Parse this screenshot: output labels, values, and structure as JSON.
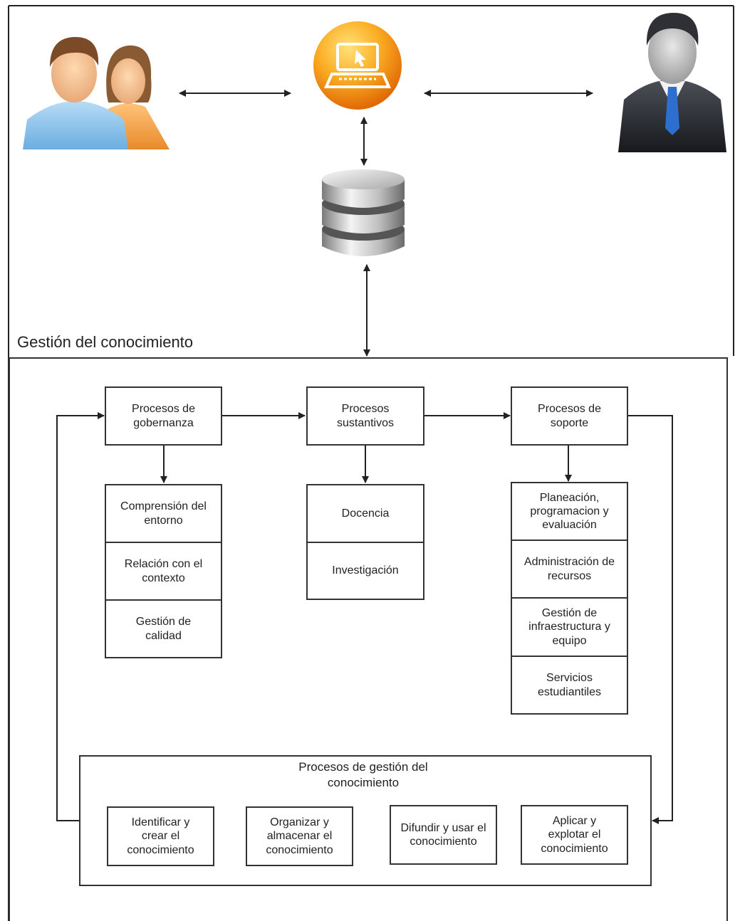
{
  "section_title": "Gestión del conocimiento",
  "icons": {
    "users": "users-icon",
    "computer": "laptop-icon",
    "manager": "businessman-icon",
    "database": "database-icon"
  },
  "top_boxes": {
    "gobernanza": "Procesos de\ngobernanza",
    "sustantivos": "Procesos\nsustantivos",
    "soporte": "Procesos de\nsoporte"
  },
  "gobernanza_items": [
    "Comprensión del\nentorno",
    "Relación con el\ncontexto",
    "Gestión de\ncalidad"
  ],
  "sustantivos_items": [
    "Docencia",
    "Investigación"
  ],
  "soporte_items": [
    "Planeación,\nprogramacion y\nevaluación",
    "Administración de\nrecursos",
    "Gestión de\ninfraestructura y\nequipo",
    "Servicios\nestudiantiles"
  ],
  "km": {
    "title": "Procesos de gestión del\nconocimiento",
    "steps": [
      "Identificar y\ncrear el\nconocimiento",
      "Organizar y\nalmacenar el\nconocimiento",
      "Difundir y usar el\nconocimiento",
      "Aplicar y\nexplotar el\nconocimiento"
    ]
  },
  "colors": {
    "line": "#222222",
    "orange": "#f59a12",
    "blue_shirt": "#8cc3ea",
    "suit": "#2c2f36"
  }
}
